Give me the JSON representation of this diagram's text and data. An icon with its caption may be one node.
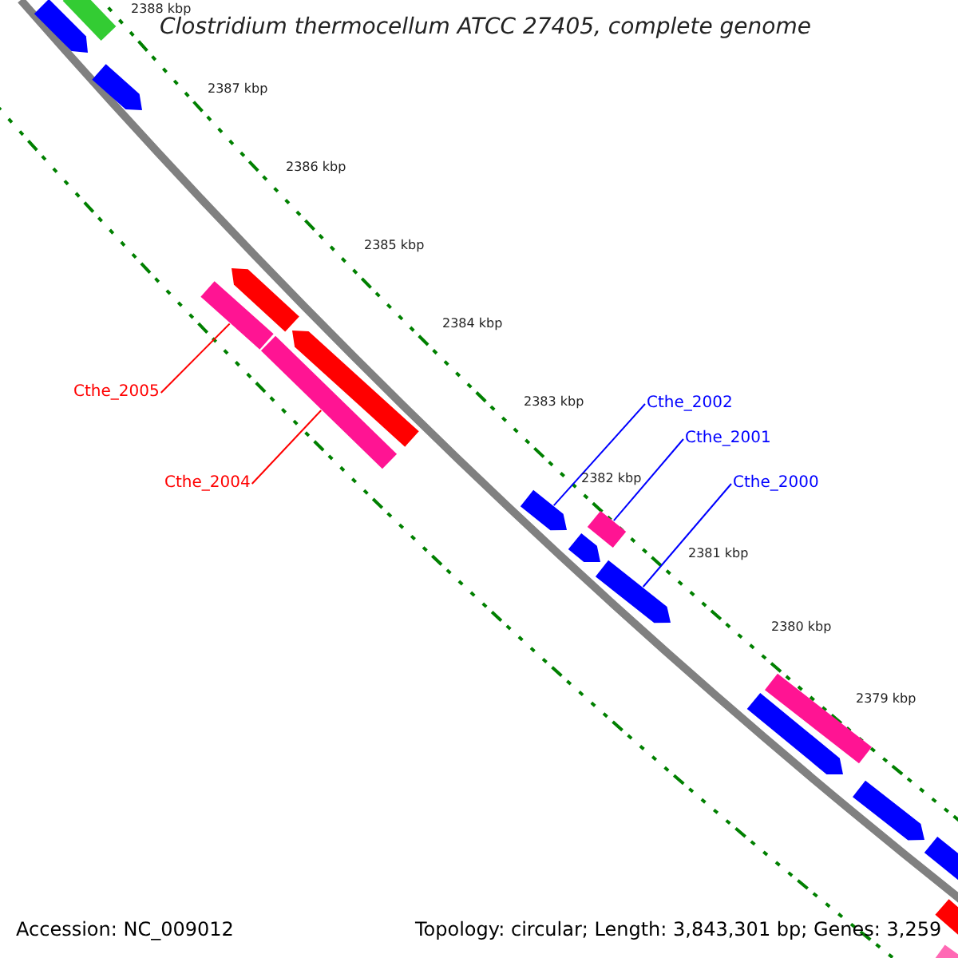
{
  "diagram": {
    "title": "Clostridium thermocellum ATCC 27405, complete genome",
    "nodes": [
      {
        "text": [
          "Cthe_2005"
        ]
      },
      {
        "text": [
          "Cthe_2004"
        ]
      },
      {
        "text": [
          "Cthe_2002"
        ]
      },
      {
        "text": [
          "Cthe_2001"
        ]
      },
      {
        "text": [
          "Cthe_2000"
        ]
      },
      {
        "text": [],
        "shape": "bar"
      },
      {
        "text": [],
        "shape": "bar"
      },
      {
        "text": [],
        "shape": "bar"
      },
      {
        "text": [],
        "shape": "bar"
      },
      {
        "text": [],
        "shape": "bar"
      },
      {
        "text": [],
        "shape": "bar"
      },
      {
        "text": [],
        "shape": "bar"
      },
      {
        "text": [],
        "shape": "bar"
      },
      {
        "text": [],
        "shape": "bar"
      },
      {
        "text": [],
        "shape": "bar"
      },
      {
        "text": [],
        "shape": "bar"
      },
      {
        "text": [],
        "shape": "bar"
      },
      {
        "text": [],
        "shape": "bar"
      },
      {
        "text": [],
        "shape": "bar"
      },
      {
        "text": [],
        "shape": "bar"
      },
      {
        "text": [],
        "shape": "bar"
      },
      {
        "text": [],
        "shape": "bar"
      }
    ],
    "edges": [
      {
        "from": 0,
        "to": 9,
        "arrow": "none",
        "color": "#ff0000"
      },
      {
        "from": 1,
        "to": 11,
        "arrow": "none",
        "color": "#ff0000"
      },
      {
        "from": 2,
        "to": 12,
        "arrow": "none"
      },
      {
        "from": 3,
        "to": 13,
        "arrow": "none"
      },
      {
        "from": 4,
        "to": 15,
        "arrow": "none"
      }
    ],
    "labels": [
      "2388 kbp",
      "2387 kbp",
      "2386 kbp",
      "2385 kbp",
      "2384 kbp",
      "2383 kbp",
      "2382 kbp",
      "2381 kbp",
      "2380 kbp",
      "2379 kbp",
      "Accession: NC_009012",
      "Topology: circular; Length: 3,843,301 bp; Genes: 3,259"
    ]
  }
}
